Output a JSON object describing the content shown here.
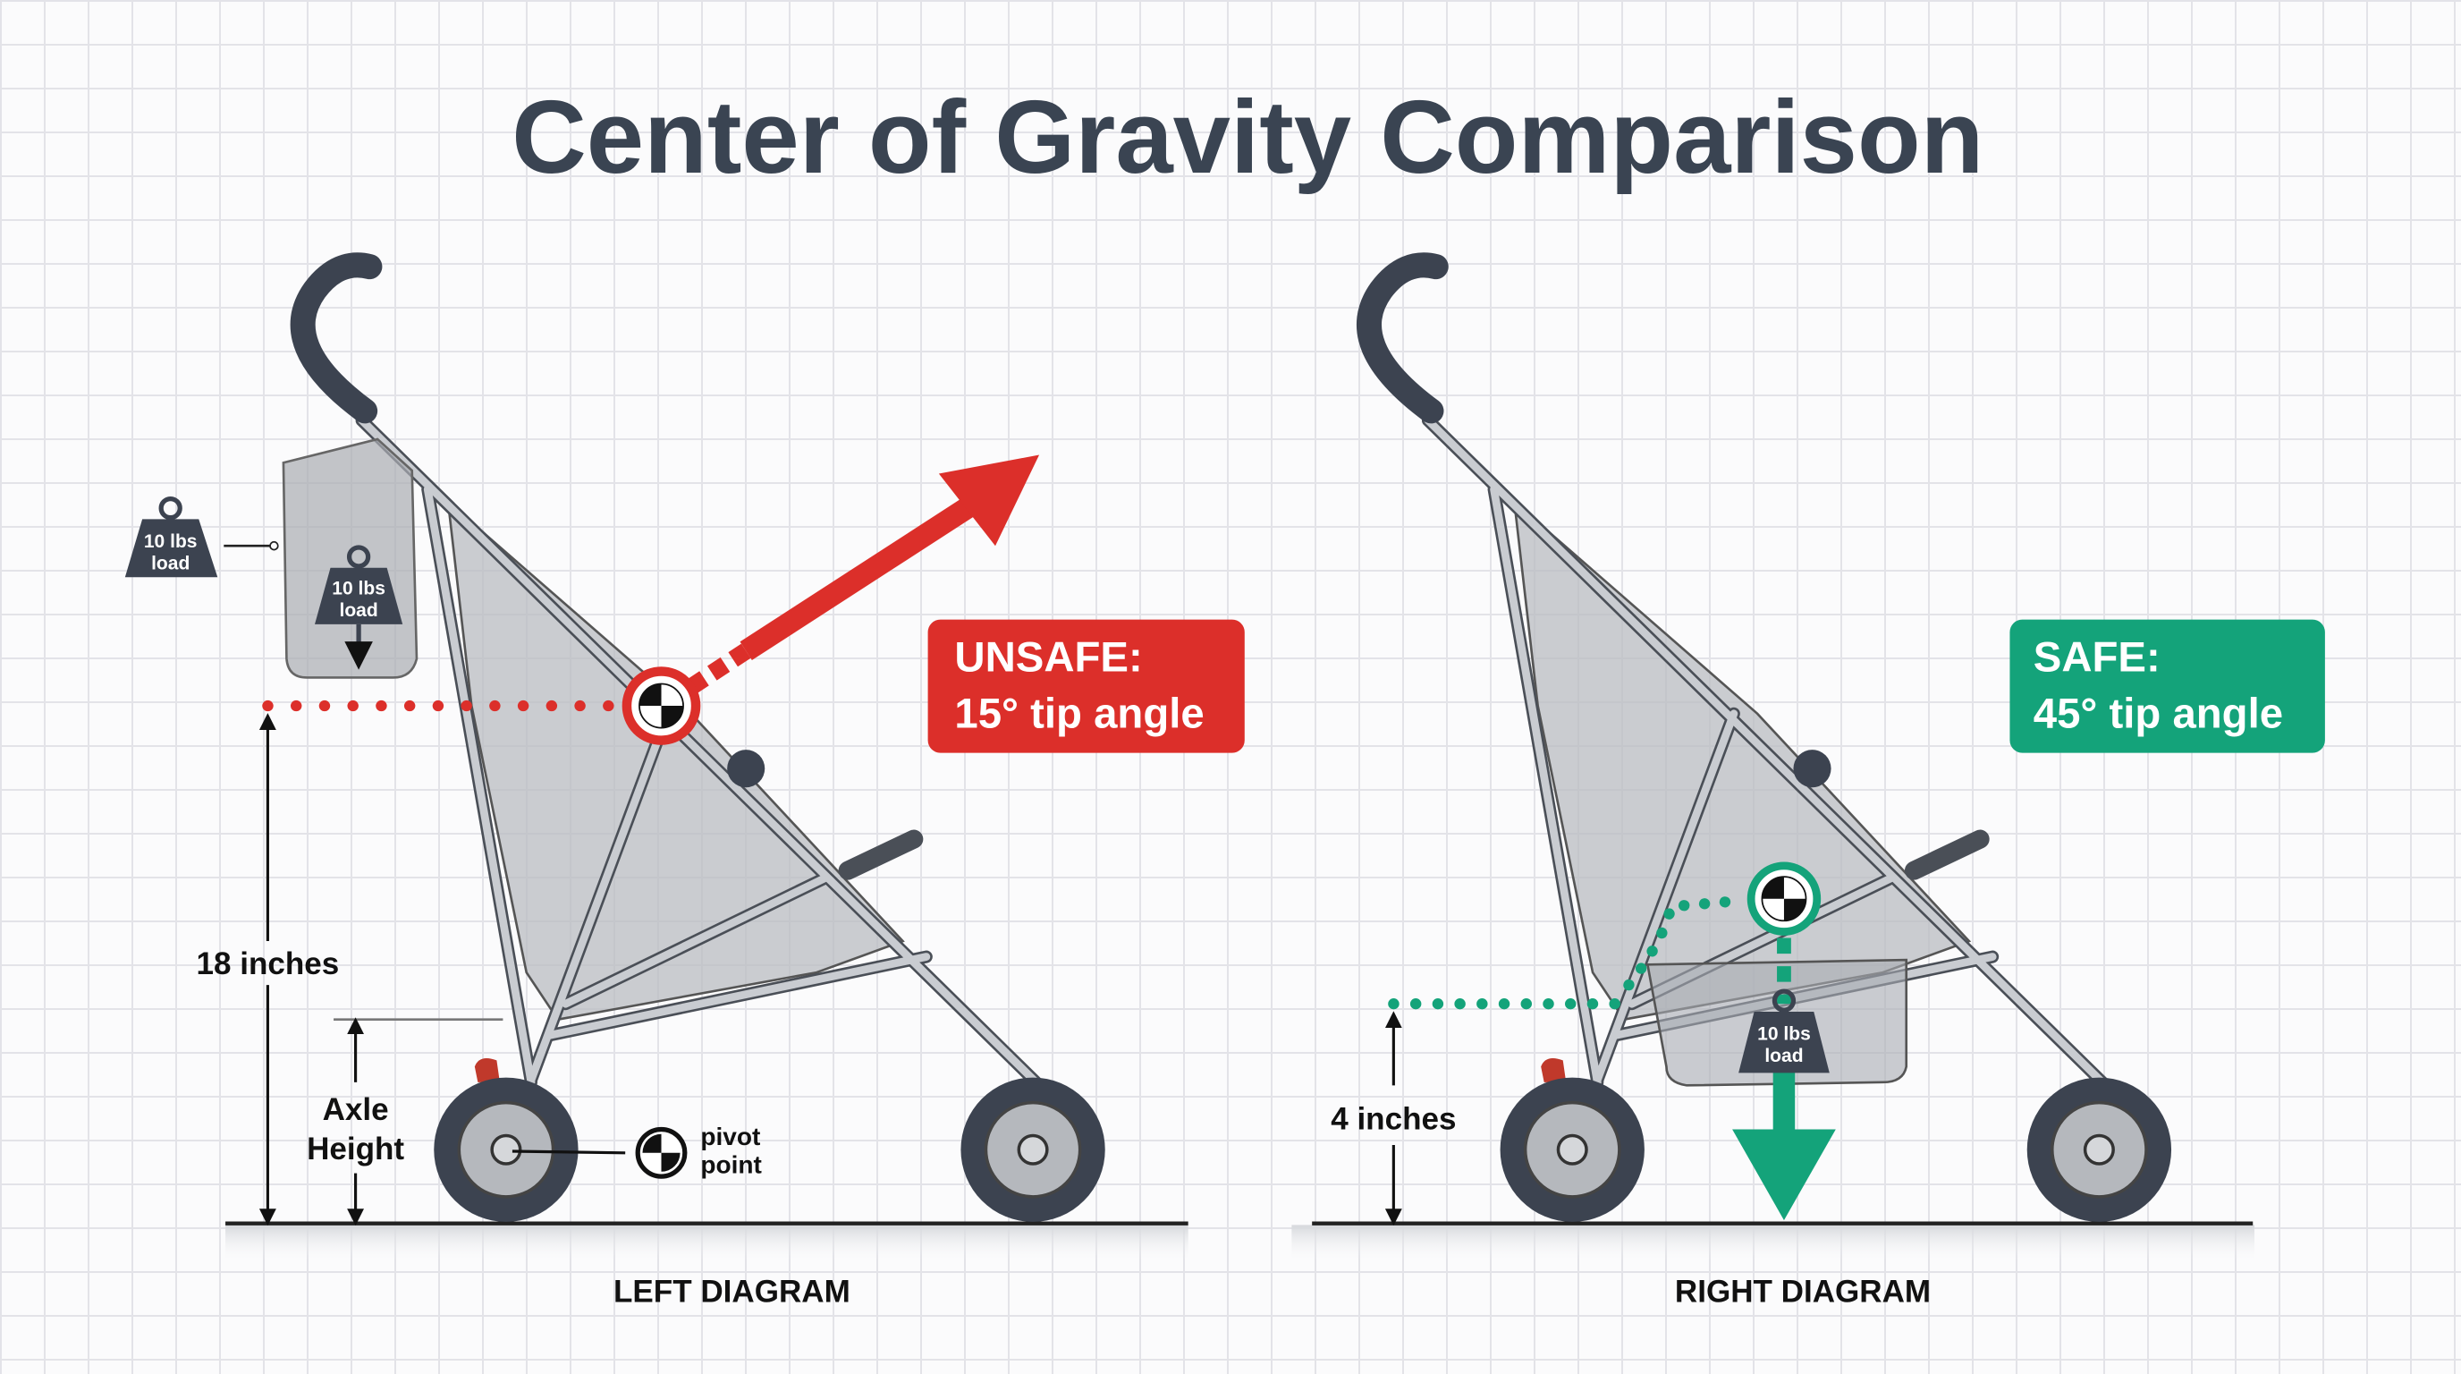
{
  "title": "Center of Gravity Comparison",
  "left": {
    "caption": "LEFT DIAGRAM",
    "badge_line1": "UNSAFE:",
    "badge_line2": "15° tip angle",
    "badge_color": "#dc2f2a",
    "height_label": "18 inches",
    "axle_label_1": "Axle",
    "axle_label_2": "Height",
    "pivot_label_1": "pivot",
    "pivot_label_2": "point",
    "weight_callout_1": "10 lbs",
    "weight_callout_2": "load",
    "bag_weight_1": "10 lbs",
    "bag_weight_2": "load"
  },
  "right": {
    "caption": "RIGHT DIAGRAM",
    "badge_line1": "SAFE:",
    "badge_line2": "45° tip angle",
    "badge_color": "#14a37a",
    "height_label": "4 inches",
    "basket_weight_1": "10 lbs",
    "basket_weight_2": "load"
  }
}
